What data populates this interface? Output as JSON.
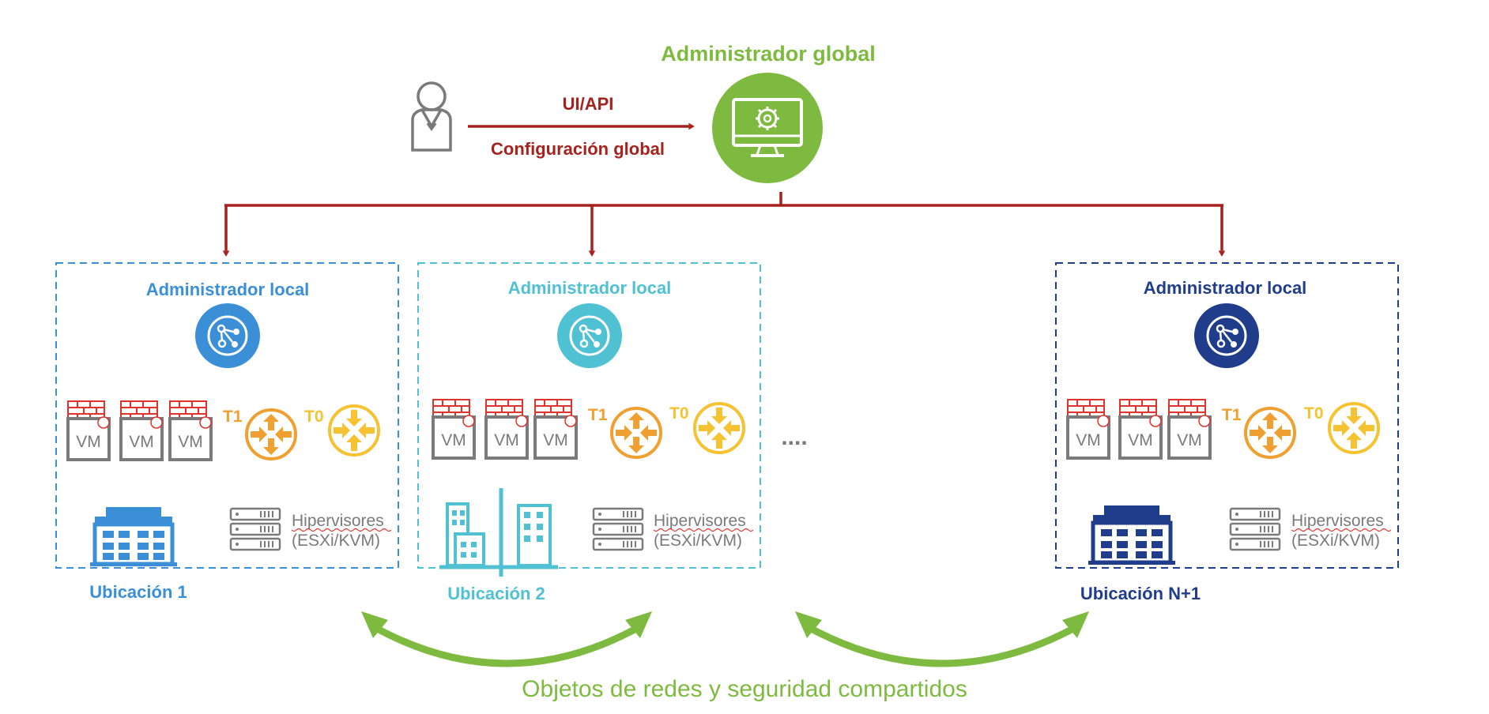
{
  "colors": {
    "global_green": "#7dba3f",
    "config_red": "#a5221e",
    "site1_blue": "#3a8fd6",
    "site2_teal": "#4fc1d3",
    "siteN_navy": "#1f3d8a",
    "firewall_red": "#e0332c",
    "t1_orange": "#f0a030",
    "t0_yellow": "#f5c232",
    "gray": "#7a7a7a"
  },
  "icons": {
    "user": "user-icon",
    "global_manager": "monitor-gear-icon",
    "local_manager": "network-nodes-icon",
    "firewall": "firewall-icon",
    "router": "router-icon",
    "server": "server-rack-icon",
    "building": "building-icon"
  },
  "global": {
    "title": "Administrador global",
    "arrow_top_label": "UI/API",
    "arrow_bottom_label": "Configuración global"
  },
  "sites": [
    {
      "manager_label": "Administrador local",
      "vm_labels": [
        "VM",
        "VM",
        "VM"
      ],
      "t1_label": "T1",
      "t0_label": "T0",
      "hypervisors_line1": "Hipervisores",
      "hypervisors_line2": "(ESXi/KVM)",
      "location_label": "Ubicación 1"
    },
    {
      "manager_label": "Administrador local",
      "vm_labels": [
        "VM",
        "VM",
        "VM"
      ],
      "t1_label": "T1",
      "t0_label": "T0",
      "hypervisors_line1": "Hipervisores",
      "hypervisors_line2": "(ESXi/KVM)",
      "location_label": "Ubicación 2"
    },
    {
      "manager_label": "Administrador local",
      "vm_labels": [
        "VM",
        "VM",
        "VM"
      ],
      "t1_label": "T1",
      "t0_label": "T0",
      "hypervisors_line1": "Hipervisores",
      "hypervisors_line2": "(ESXi/KVM)",
      "location_label": "Ubicación N+1"
    }
  ],
  "ellipsis": "....",
  "shared_objects_label": "Objetos de redes y seguridad compartidos"
}
